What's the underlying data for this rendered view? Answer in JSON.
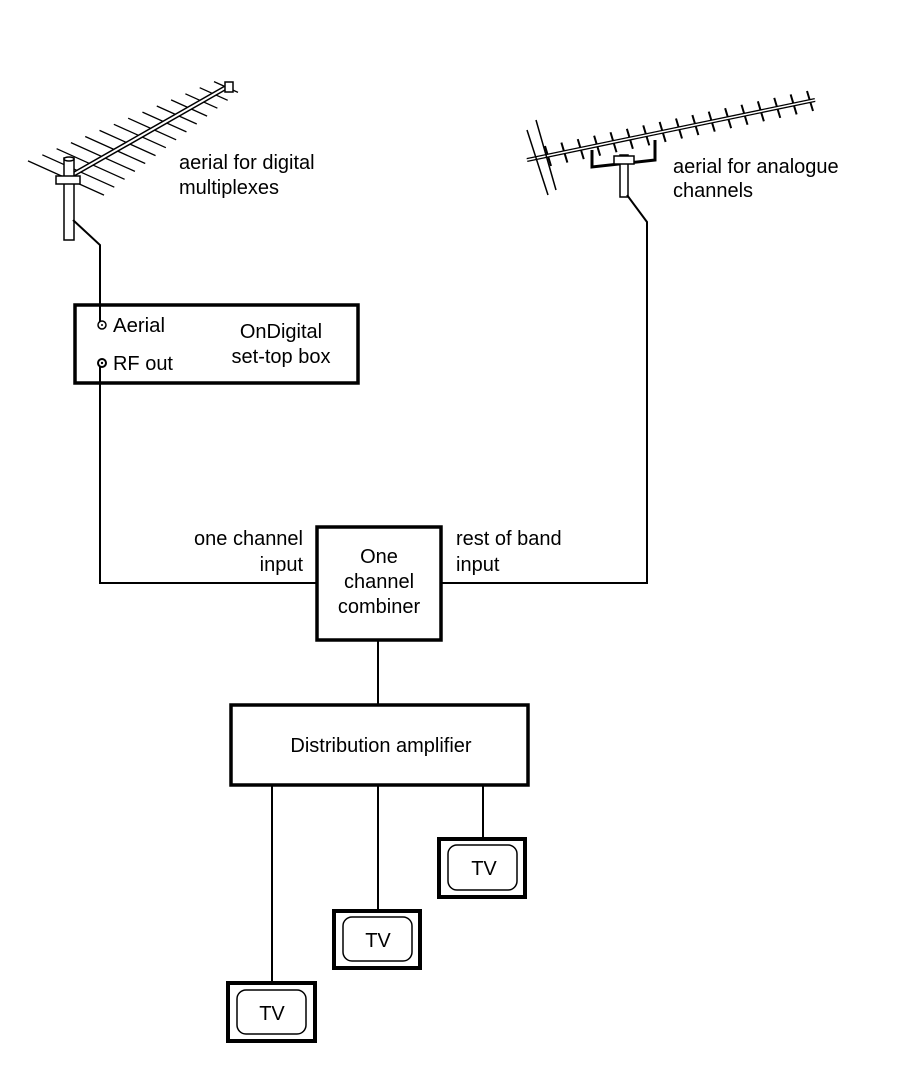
{
  "digital_aerial": {
    "label_line1": "aerial for digital",
    "label_line2": "multiplexes"
  },
  "analogue_aerial": {
    "label_line1": "aerial for analogue",
    "label_line2": "channels"
  },
  "set_top_box": {
    "aerial_port": "Aerial",
    "rf_out_port": "RF out",
    "title_line1": "OnDigital",
    "title_line2": "set-top box"
  },
  "combiner": {
    "line1": "One",
    "line2": "channel",
    "line3": "combiner",
    "left_input_line1": "one channel",
    "left_input_line2": "input",
    "right_input_line1": "rest of band",
    "right_input_line2": "input"
  },
  "amplifier": {
    "label": "Distribution amplifier"
  },
  "tvs": [
    {
      "label": "TV"
    },
    {
      "label": "TV"
    },
    {
      "label": "TV"
    }
  ],
  "colors": {
    "ink": "#000000",
    "background": "#ffffff"
  }
}
